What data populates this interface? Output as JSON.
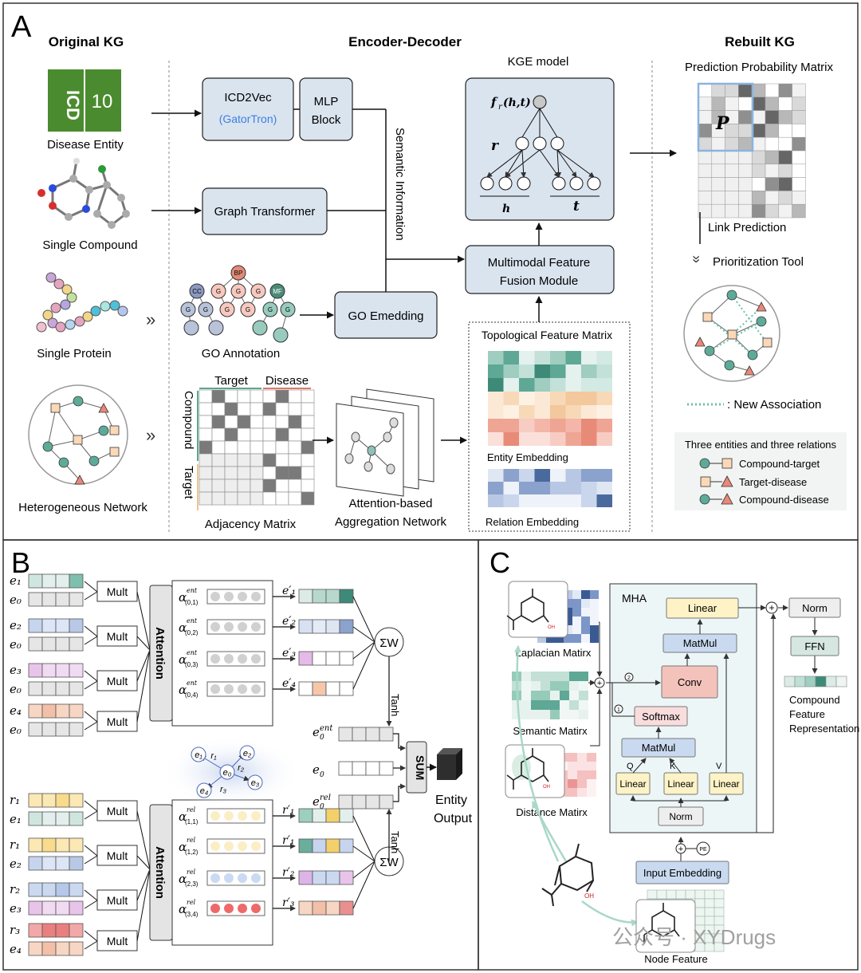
{
  "panels": {
    "a": "A",
    "b": "B",
    "c": "C"
  },
  "a": {
    "original_kg": "Original KG",
    "encoder_decoder": "Encoder-Decoder",
    "rebuilt_kg": "Rebuilt KG",
    "icd_left": "ICD",
    "icd_right": "10",
    "disease_entity": "Disease Entity",
    "single_compound": "Single Compound",
    "single_protein": "Single Protein",
    "heterogeneous_network": "Heterogeneous Network",
    "icd2vec": "ICD2Vec",
    "gatortron": "(GatorTron)",
    "mlp_line1": "MLP",
    "mlp_line2": "Block",
    "graph_transformer": "Graph Transformer",
    "go_annotation": "GO Annotation",
    "go_embedding": "GO Emedding",
    "semantic_information": "Semantic Information",
    "kge_model": "KGE model",
    "f_label": "f",
    "f_sub": "r",
    "f_args": "(h,t)",
    "r_label": "r",
    "h_label": "h",
    "t_label": "t",
    "fusion_line1": "Multimodal Feature",
    "fusion_line2": "Fusion Module",
    "topo_matrix": "Topological  Feature Matrix",
    "entity_embedding": "Entity Embedding",
    "relation_embedding": "Relation Embedding",
    "target": "Target",
    "disease": "Disease",
    "compound": "Compound",
    "target_side": "Target",
    "adjacency_matrix": "Adjacency Matrix",
    "attn_line1": "Attention-based",
    "attn_line2": "Aggregation Network",
    "prediction_matrix": "Prediction Probability Matrix",
    "p_label": "P",
    "link_prediction": "Link Prediction",
    "prioritization_tool": "Prioritization Tool",
    "new_association": ": New Association",
    "legend_title": "Three entities and three relations",
    "legend_items": [
      "Compound-target",
      "Target-disease",
      "Compound-disease"
    ],
    "go_nodes": {
      "cc": "CC",
      "bp": "BP",
      "mf": "MF",
      "g": "G"
    }
  },
  "b": {
    "mult": "Mult",
    "attention": "Attention",
    "tanh": "Tanh",
    "sum": "SUM",
    "entity_output_line1": "Entity",
    "entity_output_line2": "Output",
    "e0ent": "e",
    "e0": "e",
    "e0rel": "e",
    "ent_pairs": [
      "e₁",
      "e₀",
      "e₂",
      "e₀",
      "e₃",
      "e₀",
      "e₄",
      "e₀"
    ],
    "rel_pairs": [
      "r₁",
      "e₁",
      "r₁",
      "e₂",
      "r₂",
      "e₃",
      "r₃",
      "e₄"
    ],
    "alpha_ent": [
      "(0,1)",
      "(0,2)",
      "(0,3)",
      "(0,4)"
    ],
    "alpha_rel": [
      "(1,1)",
      "(1,2)",
      "(2,3)",
      "(3,4)"
    ],
    "e_prime": [
      "e′₁",
      "e′₂",
      "e′₃",
      "e′₄"
    ],
    "r_prime": [
      "r′₁",
      "r′₁",
      "r′₂",
      "r′₃"
    ],
    "sigma": "ΣW",
    "graph_nodes": [
      "e₁",
      "r₁",
      "e₂",
      "e₀",
      "r₂",
      "e₃",
      "e₄",
      "r₃"
    ]
  },
  "c": {
    "mha": "MHA",
    "linear": "Linear",
    "matmul": "MatMul",
    "conv": "Conv",
    "softmax": "Softmax",
    "norm": "Norm",
    "ffn": "FFN",
    "input_embedding": "Input Embedding",
    "pe": "PE",
    "q": "Q",
    "k": "K",
    "v": "V",
    "one": "1",
    "two": "2",
    "laplacian": "Laplacian Matirx",
    "semantic": "Semantic Matirx",
    "distance": "Distance Matirx",
    "node_feature": "Node Feature",
    "compound_feature_line1": "Compound",
    "compound_feature_line2": "Feature",
    "compound_feature_line3": "Representation",
    "oh": "OH",
    "watermark": "公众号 · XYDrugs"
  }
}
